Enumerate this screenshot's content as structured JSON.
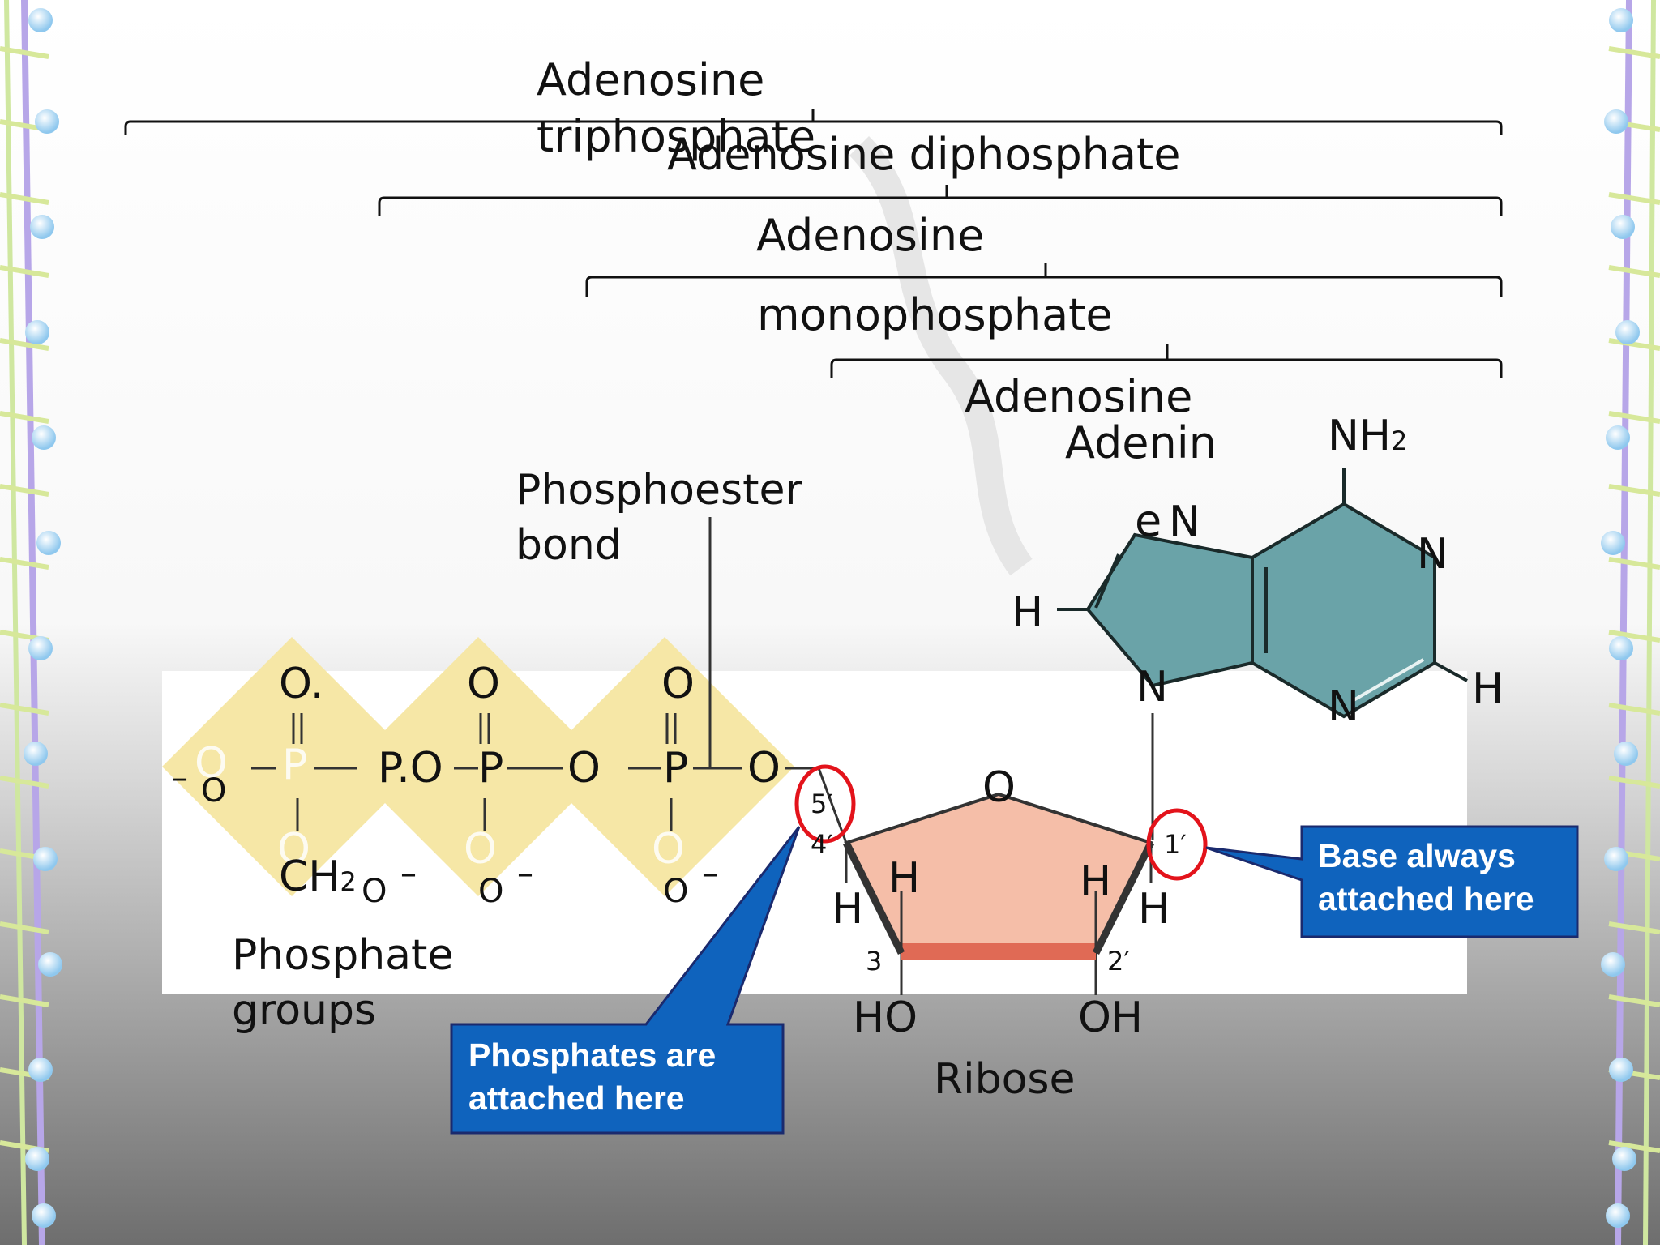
{
  "brackets": {
    "atp": "Adenosine\ntriphosphate",
    "adp": "Adenosine diphosphate",
    "amp_1": "Adenosine",
    "amp_2": "monophosphate",
    "adenosine": "Adenosine"
  },
  "labels": {
    "adenine_1": "Adenin",
    "adenine_2": "e",
    "nh2": "NH",
    "nh2_sub": "2",
    "phosphoester_bond": "Phosphoester\nbond",
    "phosphate_groups": "Phosphate\ngroups",
    "ribose": "Ribose",
    "ch2": "CH",
    "ch2_sub": "2"
  },
  "atoms": {
    "N": "N",
    "H": "H",
    "O": "O",
    "P": "P",
    "O_dot": "O.",
    "P_dot_O": "P.O",
    "neg_O": "O",
    "minus": "–",
    "HO": "HO",
    "OH": "OH"
  },
  "positions": {
    "c5": "5′",
    "c4": "4′",
    "c3": "3",
    "c2": "2′",
    "c1": "1′"
  },
  "callouts": {
    "base": "Base always attached here",
    "phosphates": "Phosphates are attached here"
  },
  "colors": {
    "phosphate_fill": "#f6e7a6",
    "ribose_fill": "#f5bea8",
    "ribose_edge": "#e06a55",
    "adenine_fill": "#6aa3a8",
    "callout_blue": "#0f63bd",
    "circle_red": "#e3131b"
  }
}
